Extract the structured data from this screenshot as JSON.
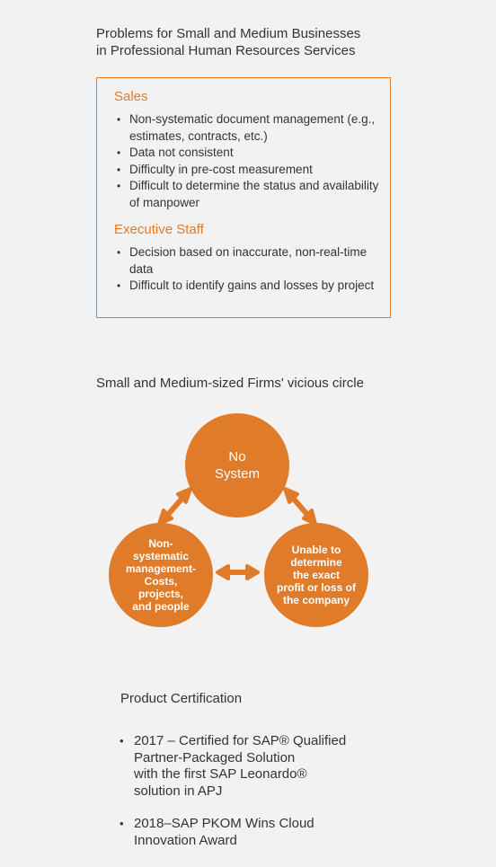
{
  "problems": {
    "title": "Problems for Small and Medium Businesses\nin Professional Human Resources Services",
    "sales": {
      "label": "Sales",
      "items": [
        "Non-systematic document management (e.g., estimates, contracts, etc.)",
        "Data not consistent",
        "Difficulty in pre-cost measurement",
        "Difficult to determine the status and availability of manpower"
      ]
    },
    "executive": {
      "label": "Executive Staff",
      "items": [
        "Decision based on inaccurate, non-real-time data",
        "Difficult to identify gains and losses by project"
      ]
    }
  },
  "vicious_circle": {
    "title": "Small and Medium-sized Firms' vicious circle",
    "top": "No\nSystem",
    "left": "Non-\nsystematic\nmanagement-\nCosts,\nprojects,\nand people",
    "right": "Unable to\ndetermine\nthe exact\nprofit or loss of\nthe company",
    "color": "#e07b2a"
  },
  "certification": {
    "title": "Product Certification",
    "items": [
      "2017 – Certified for SAP® Qualified\nPartner-Packaged Solution\nwith the first SAP Leonardo®\nsolution in APJ",
      "2018–SAP PKOM Wins Cloud\nInnovation Award"
    ]
  }
}
